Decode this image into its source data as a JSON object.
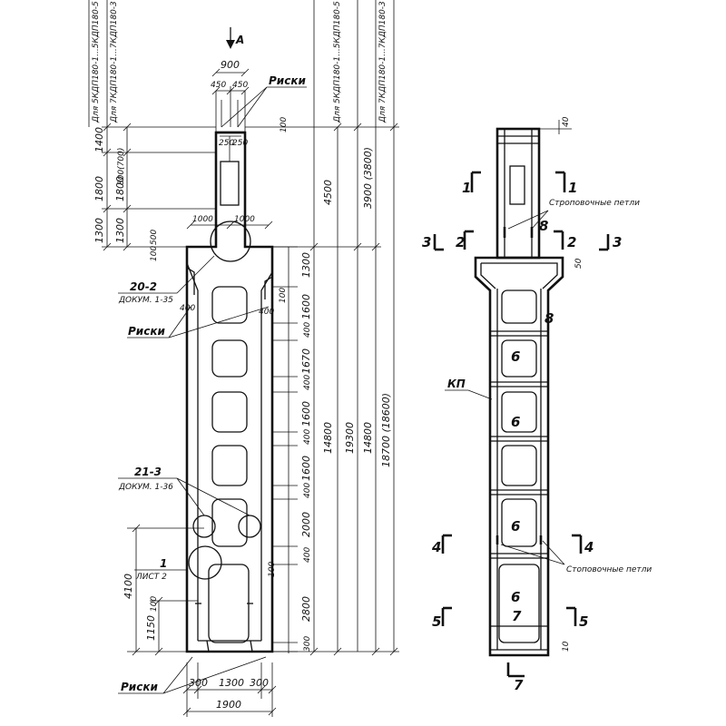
{
  "left_view": {
    "view_arrow": "А",
    "top_width": "900",
    "top_halves": [
      "450",
      "450"
    ],
    "inner_halves": [
      "250",
      "250"
    ],
    "shoulder_halves": [
      "1000",
      "1000"
    ],
    "marks_label": "Риски",
    "callout_20": {
      "num": "20-2",
      "doc": "ДОКУМ. 1-35"
    },
    "callout_21": {
      "num": "21-3",
      "doc": "ДОКУМ. 1-36"
    },
    "callout_1": {
      "num": "1",
      "sheet": "ЛИСТ 2"
    },
    "haunch_dims": [
      "400",
      "400"
    ],
    "left_dims": [
      "1400",
      "1800",
      "1300"
    ],
    "left_dims_alt": [
      "800(700)",
      "1800",
      "1300"
    ],
    "top_gap": "100",
    "shoulder_dims": [
      "500",
      "100"
    ],
    "left_low": [
      "4100",
      "1150"
    ],
    "left_low_small": "100",
    "right_chain": [
      "1300",
      "1600",
      "400",
      "1670",
      "400",
      "1600",
      "400",
      "1600",
      "400",
      "2000",
      "400",
      "2800",
      "300"
    ],
    "chain_small": [
      "100",
      "100"
    ],
    "total_dims": [
      "4500",
      "14800",
      "19300",
      "3900 (3800)",
      "14800",
      "18700 (18600)"
    ],
    "column_notes": [
      "Для 5КДП180-1...5КДП180-5",
      "Для 7КДП180-1...7КДП180-3",
      "Для 5КДП180-1...5КДП180-5",
      "Для 7КДП180-1...7КДП180-3"
    ],
    "bottom_dims": [
      "300",
      "1300",
      "300"
    ],
    "bottom_total": "1900"
  },
  "right_view": {
    "top_dim": "40",
    "section_marks": [
      "1",
      "1",
      "2",
      "2",
      "3",
      "3",
      "4",
      "4",
      "5",
      "5",
      "7"
    ],
    "lift_loops": "Строповочные петли",
    "lift_loops_2": "Стоповочные петли",
    "kp_label": "КП",
    "pos_labels": [
      "8",
      "8",
      "6",
      "6",
      "6",
      "6",
      "7"
    ],
    "small_dims": [
      "50",
      "10"
    ]
  }
}
